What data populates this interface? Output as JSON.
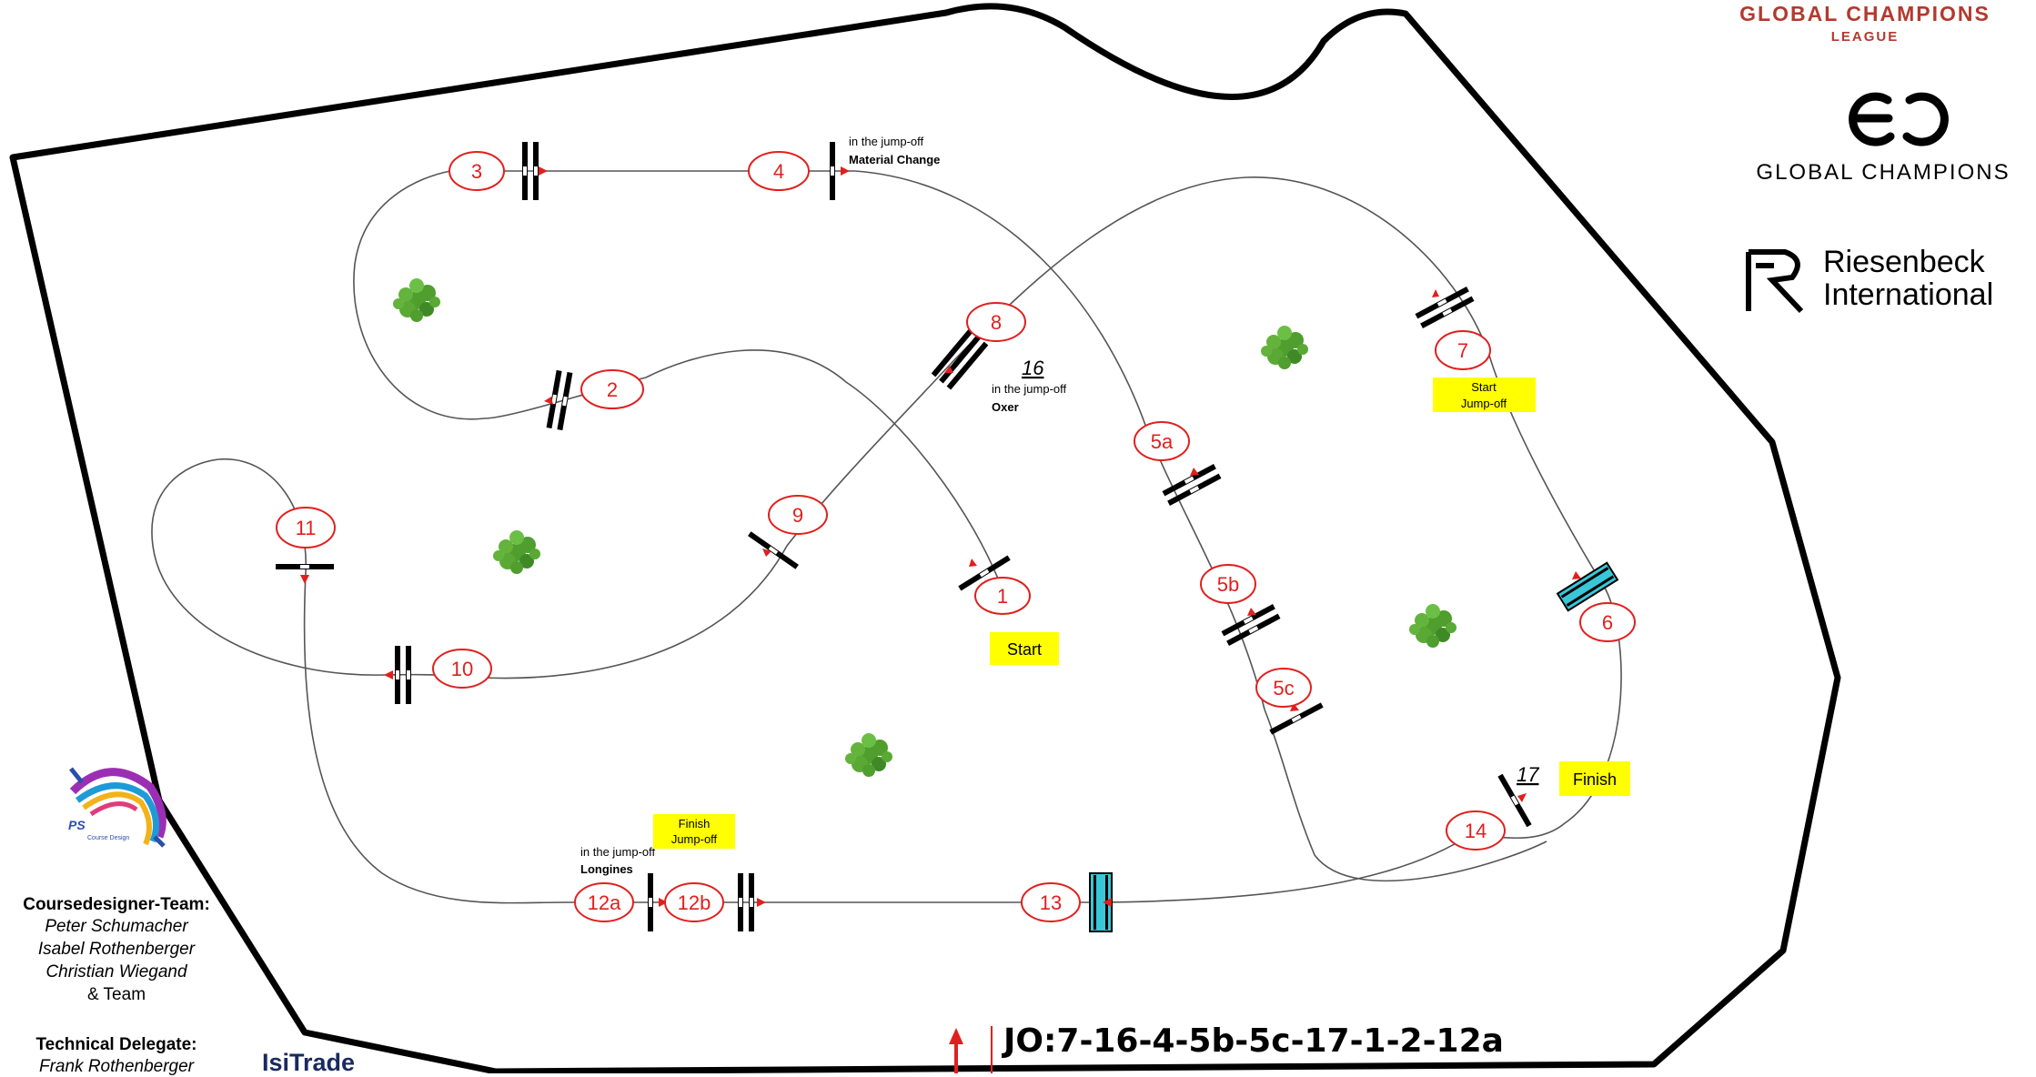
{
  "header": {
    "league_line1": "GLOBAL CHAMPIONS",
    "league_line2": "LEAGUE",
    "tour_name": "GLOBAL CHAMPIONS",
    "sponsor_line1": "Riesenbeck",
    "sponsor_line2": "International"
  },
  "course": {
    "jumps": [
      {
        "label": "1"
      },
      {
        "label": "2"
      },
      {
        "label": "3"
      },
      {
        "label": "4"
      },
      {
        "label": "5a"
      },
      {
        "label": "5b"
      },
      {
        "label": "5c"
      },
      {
        "label": "6"
      },
      {
        "label": "7"
      },
      {
        "label": "8"
      },
      {
        "label": "9"
      },
      {
        "label": "10"
      },
      {
        "label": "11"
      },
      {
        "label": "12a"
      },
      {
        "label": "12b"
      },
      {
        "label": "13"
      },
      {
        "label": "14"
      }
    ],
    "extra_numbers": [
      "16",
      "17"
    ],
    "notes": {
      "jo_line1": "in the jump-off",
      "material_change": "Material Change",
      "oxer": "Oxer",
      "longines": "Longines"
    },
    "markers": {
      "start": "Start",
      "finish": "Finish",
      "start_jo": [
        "Start",
        "Jump-off"
      ],
      "finish_jo": [
        "Finish",
        "Jump-off"
      ]
    },
    "jump_off_sequence": "JO:7-16-4-5b-5c-17-1-2-12a"
  },
  "credits": {
    "logo_text1": "PS",
    "logo_text2": "Course Design",
    "designer_heading": "Coursedesigner-Team:",
    "designers": [
      "Peter Schumacher",
      "Isabel Rothenberger",
      "Christian Wiegand"
    ],
    "designers_extra": "& Team",
    "td_heading": "Technical Delegate:",
    "td_name": "Frank Rothenberger",
    "sponsor_logo": "IsiTrade"
  },
  "colors": {
    "jump_number": "#e0201e",
    "marker_fill": "#ffff00",
    "water_fill": "#39c7d8",
    "bush_green": "#4f9e2e",
    "league_red": "#b23a2e"
  }
}
